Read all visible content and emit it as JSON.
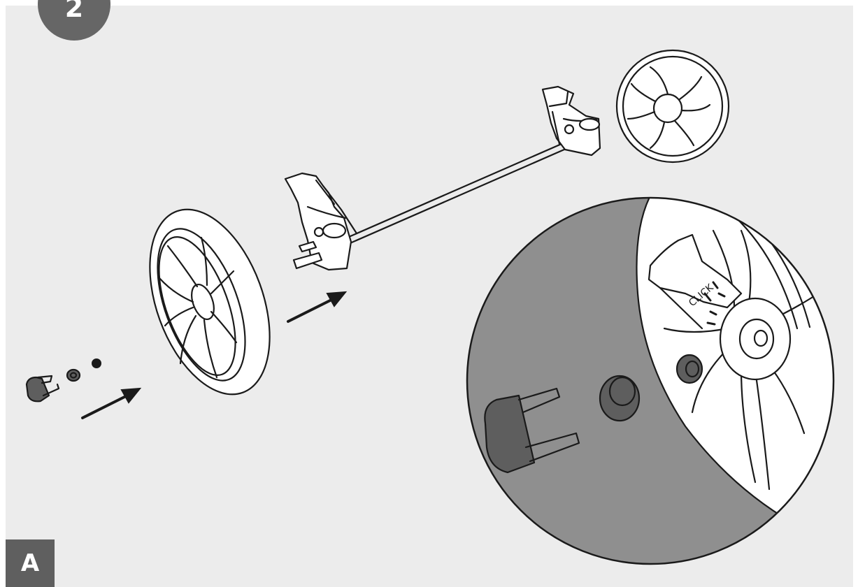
{
  "step_number": "2",
  "variant_label": "A",
  "click_text": "CLICK",
  "colors": {
    "background": "#ececec",
    "badge_step": "#666666",
    "badge_variant": "#5f5f5f",
    "detail_shade": "#8f8f8f",
    "part_dark": "#5e5e5e"
  },
  "icons": [
    "arrow-icon",
    "wheel-icon",
    "axle-icon",
    "cap-icon",
    "washer-icon",
    "click-icon"
  ]
}
